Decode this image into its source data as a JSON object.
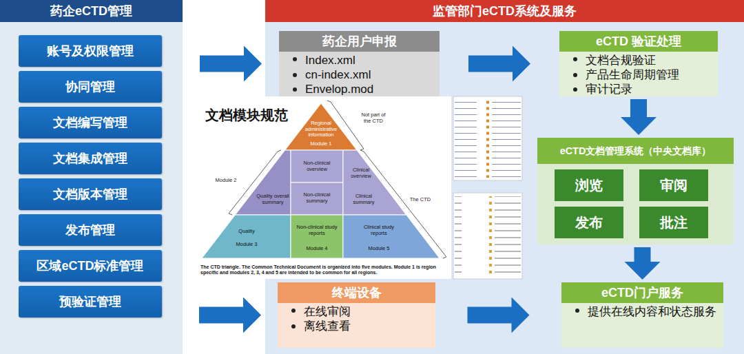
{
  "diagram": {
    "nodes": [
      {
        "text": [
          "药企eCTD管理"
        ]
      },
      {
        "text": [
          "账号及权限管理"
        ],
        "in": 0
      },
      {
        "text": [
          "协同管理"
        ],
        "in": 0
      },
      {
        "text": [
          "文档编写管理"
        ],
        "in": 0
      },
      {
        "text": [
          "文档集成管理"
        ],
        "in": 0
      },
      {
        "text": [
          "文档版本管理"
        ],
        "in": 0
      },
      {
        "text": [
          "发布管理"
        ],
        "in": 0
      },
      {
        "text": [
          "区域eCTD标准管理"
        ],
        "in": 0
      },
      {
        "text": [
          "预验证管理"
        ],
        "in": 0
      },
      {
        "text": [
          "监管部门eCTD系统及服务"
        ]
      },
      {
        "text": [
          "药企用户申报",
          "Index.xml",
          "cn-index.xml",
          "Envelop.mod"
        ],
        "in": 9
      },
      {
        "text": [
          "文档模块规范"
        ],
        "in": 9
      },
      {
        "text": [
          "eCTD 验证处理",
          "文档合规验证",
          "产品生命周期管理",
          "审计记录"
        ],
        "in": 9
      },
      {
        "text": [
          "eCTD文档管理系统（中央文档库）"
        ],
        "in": 9
      },
      {
        "text": [
          "浏览"
        ],
        "in": 13
      },
      {
        "text": [
          "审阅"
        ],
        "in": 13
      },
      {
        "text": [
          "发布"
        ],
        "in": 13
      },
      {
        "text": [
          "批注"
        ],
        "in": 13
      },
      {
        "text": [
          "终端设备",
          "在线审阅",
          "离线查看"
        ],
        "in": 9
      },
      {
        "text": [
          "eCTD门户服务",
          "提供在线内容和状态服务"
        ],
        "in": 9
      }
    ],
    "edges": [
      {
        "from": 0,
        "to": 10,
        "arrow": "to"
      },
      {
        "from": 0,
        "to": 18,
        "arrow": "to"
      },
      {
        "from": 10,
        "to": 12,
        "arrow": "to"
      },
      {
        "from": 12,
        "to": 13,
        "arrow": "to"
      },
      {
        "from": 13,
        "to": 19,
        "arrow": "to"
      },
      {
        "from": 18,
        "to": 19,
        "arrow": "to"
      }
    ],
    "labels": [
      "Not part of the CTD",
      "Regional administrative information",
      "Module 1",
      "Module 2",
      "Non-clinical overview",
      "Clinical overview",
      "Quality overall summary",
      "Non-clinical summary",
      "The CTD",
      "Clinical summary",
      "Quality",
      "Module 3",
      "Non-clinical study reports",
      "Module 4",
      "Clinical study reports",
      "Module 5",
      "The CTD triangle. The Common Technical Document is organized into five modules. Module 1 is region specific and modules 2, 3, 4 and 5 are intended to be common for all regions."
    ]
  }
}
